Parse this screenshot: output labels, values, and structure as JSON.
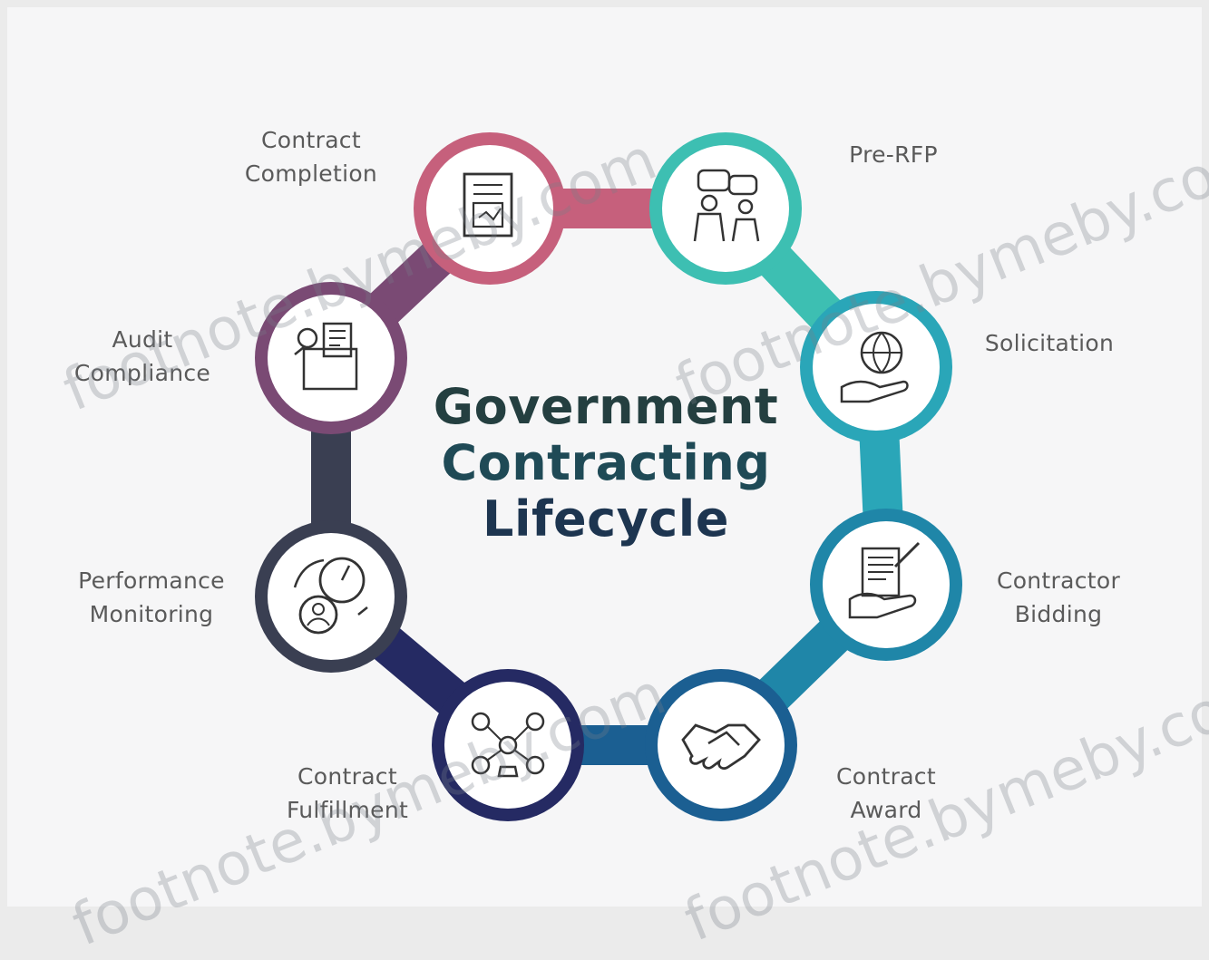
{
  "title": {
    "line1": "Government",
    "line2": "Contracting",
    "line3": "Lifecycle"
  },
  "stages": [
    {
      "key": "pre-rfp",
      "lines": [
        "Pre-RFP"
      ],
      "color": "#3dbfb2",
      "icon": "people-discussion-icon"
    },
    {
      "key": "solicitation",
      "lines": [
        "Solicitation"
      ],
      "color": "#2aa6b8",
      "icon": "hand-globe-icon"
    },
    {
      "key": "contractor-bidding",
      "lines": [
        "Contractor",
        "Bidding"
      ],
      "color": "#1f86a8",
      "icon": "document-handshake-icon"
    },
    {
      "key": "contract-award",
      "lines": [
        "Contract",
        "Award"
      ],
      "color": "#1b5f92",
      "icon": "handshake-icon"
    },
    {
      "key": "contract-fulfillment",
      "lines": [
        "Contract",
        "Fulfillment"
      ],
      "color": "#252a63",
      "icon": "team-network-icon"
    },
    {
      "key": "performance-monitoring",
      "lines": [
        "Performance",
        "Monitoring"
      ],
      "color": "#3a3f52",
      "icon": "gauge-person-icon"
    },
    {
      "key": "audit-compliance",
      "lines": [
        "Audit",
        "Compliance"
      ],
      "color": "#7a4a74",
      "icon": "folder-checklist-icon"
    },
    {
      "key": "contract-completion",
      "lines": [
        "Contract",
        "Completion"
      ],
      "color": "#c6607c",
      "icon": "document-check-icon"
    }
  ],
  "watermark": "footnote.bymeby.com"
}
